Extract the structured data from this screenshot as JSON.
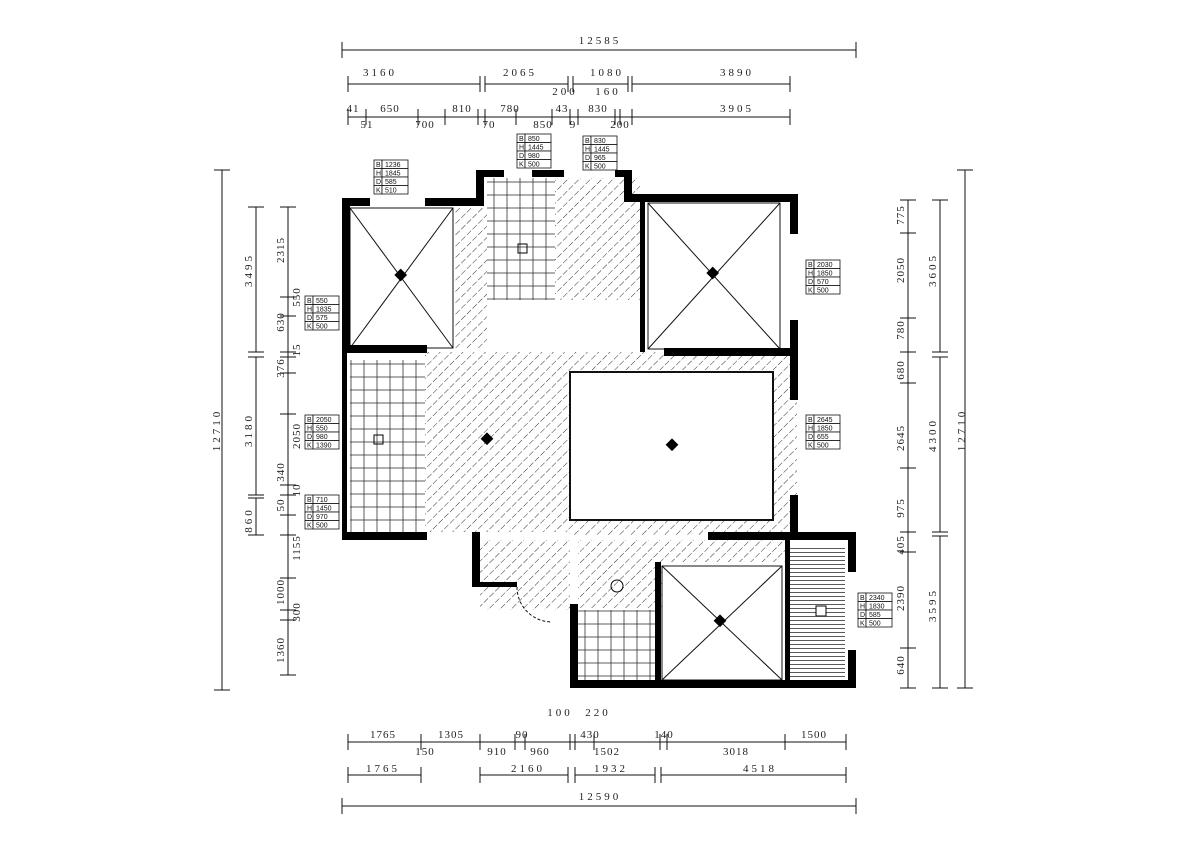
{
  "title": "Floor plan with dimensions",
  "dims": {
    "top_total": "12585",
    "top_row1": [
      "3160",
      "2065",
      "1080",
      "3890"
    ],
    "top_row2": [
      "41",
      "51",
      "650",
      "700",
      "810",
      "70",
      "780",
      "850",
      "43",
      "9",
      "830",
      "200",
      "3905"
    ],
    "top_callouts": [
      "200",
      "160"
    ],
    "left_total": "12710",
    "left_outer": [
      "3495",
      "3180",
      "860"
    ],
    "left_inner": [
      "2315",
      "550",
      "630",
      "15",
      "376",
      "2050",
      "340",
      "10",
      "50",
      "1155",
      "1000",
      "300",
      "1360"
    ],
    "right_total": "12710",
    "right_outer": [
      "3605",
      "4300",
      "3595"
    ],
    "right_inner": [
      "775",
      "2050",
      "780",
      "680",
      "2645",
      "975",
      "405",
      "2390",
      "640"
    ],
    "bottom_row1": [
      "1765",
      "150",
      "1305",
      "910",
      "90",
      "960",
      "430",
      "1502",
      "140",
      "3018",
      "1500"
    ],
    "bottom_callouts": [
      "100",
      "220"
    ],
    "bottom_row2": [
      "1765",
      "2160",
      "1932",
      "4518"
    ],
    "bottom_total": "12590"
  },
  "window_tags": [
    {
      "B": "1236",
      "H": "1845",
      "D": "585",
      "K": "510"
    },
    {
      "B": "850",
      "H": "1445",
      "D": "980",
      "K": "500"
    },
    {
      "B": "830",
      "H": "1445",
      "D": "965",
      "K": "500"
    },
    {
      "B": "550",
      "H": "1835",
      "D": "575",
      "K": "500"
    },
    {
      "B": "2050",
      "H": "550",
      "D": "980",
      "K": "1390"
    },
    {
      "B": "710",
      "H": "1450",
      "D": "970",
      "K": "500"
    },
    {
      "B": "2030",
      "H": "1850",
      "D": "570",
      "K": "500"
    },
    {
      "B": "2645",
      "H": "1850",
      "D": "655",
      "K": "500"
    },
    {
      "B": "2340",
      "H": "1830",
      "D": "585",
      "K": "500"
    }
  ],
  "tag_labels": [
    "B",
    "H",
    "D",
    "K"
  ]
}
